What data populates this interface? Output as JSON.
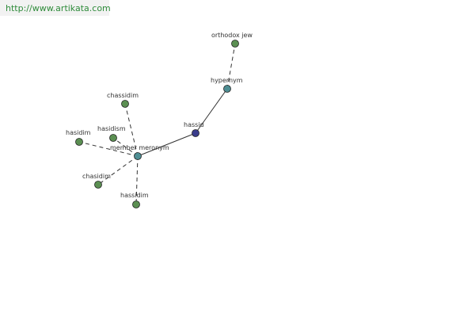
{
  "header": {
    "url": "http://www.artikata.com"
  },
  "colors": {
    "edge": "#333333",
    "leaf_node": "#5b8f52",
    "relation_node": "#4e8e93",
    "center_node": "#3a3d8c",
    "url_text": "#2e8b3a"
  },
  "graph": {
    "nodes": [
      {
        "id": "hassid",
        "label": "hassid",
        "kind": "center"
      },
      {
        "id": "hypernym",
        "label": "hypernym",
        "kind": "relation"
      },
      {
        "id": "orthodox-jew",
        "label": "orthodox jew",
        "kind": "leaf"
      },
      {
        "id": "member-meronym",
        "label": "member meronym",
        "kind": "relation"
      },
      {
        "id": "chassidim",
        "label": "chassidim",
        "kind": "leaf"
      },
      {
        "id": "hasidism",
        "label": "hasidism",
        "kind": "leaf"
      },
      {
        "id": "hasidim",
        "label": "hasidim",
        "kind": "leaf"
      },
      {
        "id": "chasidim",
        "label": "chasidim",
        "kind": "leaf"
      },
      {
        "id": "hassidim",
        "label": "hassidim",
        "kind": "leaf"
      }
    ],
    "edges": [
      {
        "from": "hassid",
        "to": "hypernym",
        "style": "solid"
      },
      {
        "from": "hassid",
        "to": "member-meronym",
        "style": "solid"
      },
      {
        "from": "hypernym",
        "to": "orthodox-jew",
        "style": "dashed"
      },
      {
        "from": "member-meronym",
        "to": "chassidim",
        "style": "dashed"
      },
      {
        "from": "member-meronym",
        "to": "hasidism",
        "style": "dashed"
      },
      {
        "from": "member-meronym",
        "to": "hasidim",
        "style": "dashed"
      },
      {
        "from": "member-meronym",
        "to": "chasidim",
        "style": "dashed"
      },
      {
        "from": "member-meronym",
        "to": "hassidim",
        "style": "dashed"
      }
    ]
  }
}
